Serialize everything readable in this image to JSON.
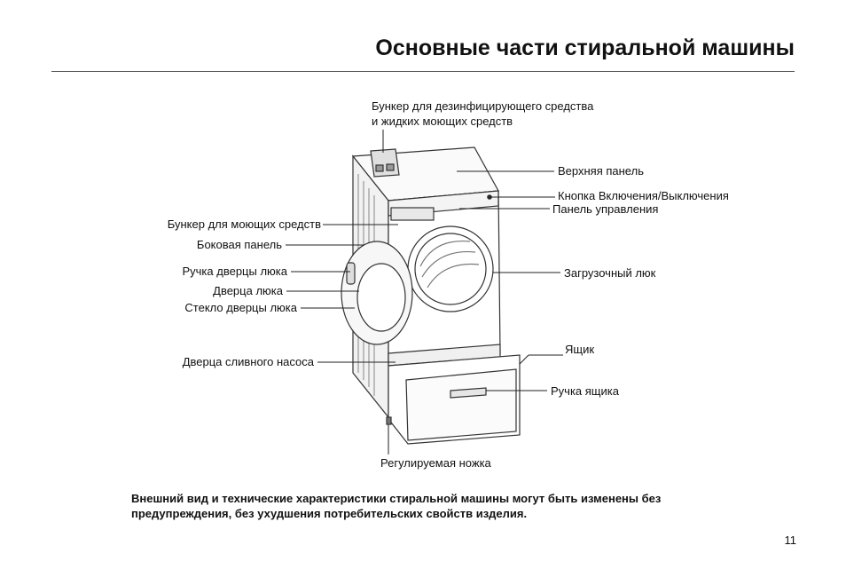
{
  "page": {
    "title": "Основные части стиральной машины",
    "page_number": "11",
    "note_line1": "Внешний вид и технические характеристики стиральной машины могут быть изменены без",
    "note_line2": "предупреждения,  без ухудшения  потребительских свойств изделия."
  },
  "labels": {
    "dispenser_disinfect_1": "Бункер для дезинфицирующего средства",
    "dispenser_disinfect_2": "и жидких моющих средств",
    "top_panel": "Верхняя панель",
    "power_button": "Кнопка Включения/Выключения",
    "control_panel": "Панель управления",
    "detergent_dispenser": "Бункер для моющих средств",
    "side_panel": "Боковая панель",
    "door_handle": "Ручка дверцы люка",
    "door": "Дверца люка",
    "door_glass": "Стекло дверцы люка",
    "loading_door": "Загрузочный люк",
    "drain_pump_door": "Дверца сливного насоса",
    "drawer": "Ящик",
    "drawer_handle": "Ручка ящика",
    "adjustable_foot": "Регулируемая ножка"
  }
}
